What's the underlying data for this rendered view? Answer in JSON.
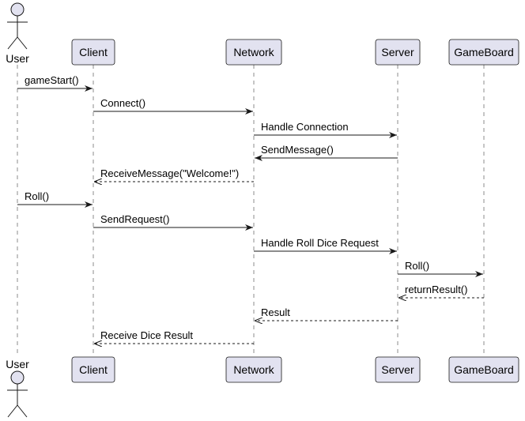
{
  "colors": {
    "participant_fill": "#e2e2f0",
    "participant_stroke": "#181818",
    "lifeline": "#181818",
    "arrow": "#181818"
  },
  "participants": [
    {
      "id": "user",
      "label": "User",
      "kind": "actor"
    },
    {
      "id": "client",
      "label": "Client",
      "kind": "box"
    },
    {
      "id": "network",
      "label": "Network",
      "kind": "box"
    },
    {
      "id": "server",
      "label": "Server",
      "kind": "box"
    },
    {
      "id": "gameboard",
      "label": "GameBoard",
      "kind": "box"
    }
  ],
  "messages": [
    {
      "from": "user",
      "to": "client",
      "label": "gameStart()",
      "style": "solid"
    },
    {
      "from": "client",
      "to": "network",
      "label": "Connect()",
      "style": "solid"
    },
    {
      "from": "network",
      "to": "server",
      "label": "Handle Connection",
      "style": "solid"
    },
    {
      "from": "server",
      "to": "network",
      "label": "SendMessage()",
      "style": "solid"
    },
    {
      "from": "network",
      "to": "client",
      "label": "ReceiveMessage(\"Welcome!\")",
      "style": "dashed"
    },
    {
      "from": "user",
      "to": "client",
      "label": "Roll()",
      "style": "solid"
    },
    {
      "from": "client",
      "to": "network",
      "label": "SendRequest()",
      "style": "solid"
    },
    {
      "from": "network",
      "to": "server",
      "label": "Handle Roll Dice Request",
      "style": "solid"
    },
    {
      "from": "server",
      "to": "gameboard",
      "label": "Roll()",
      "style": "solid"
    },
    {
      "from": "gameboard",
      "to": "server",
      "label": "returnResult()",
      "style": "dashed"
    },
    {
      "from": "server",
      "to": "network",
      "label": "Result",
      "style": "dashed"
    },
    {
      "from": "network",
      "to": "client",
      "label": "Receive Dice Result",
      "style": "dashed"
    }
  ]
}
